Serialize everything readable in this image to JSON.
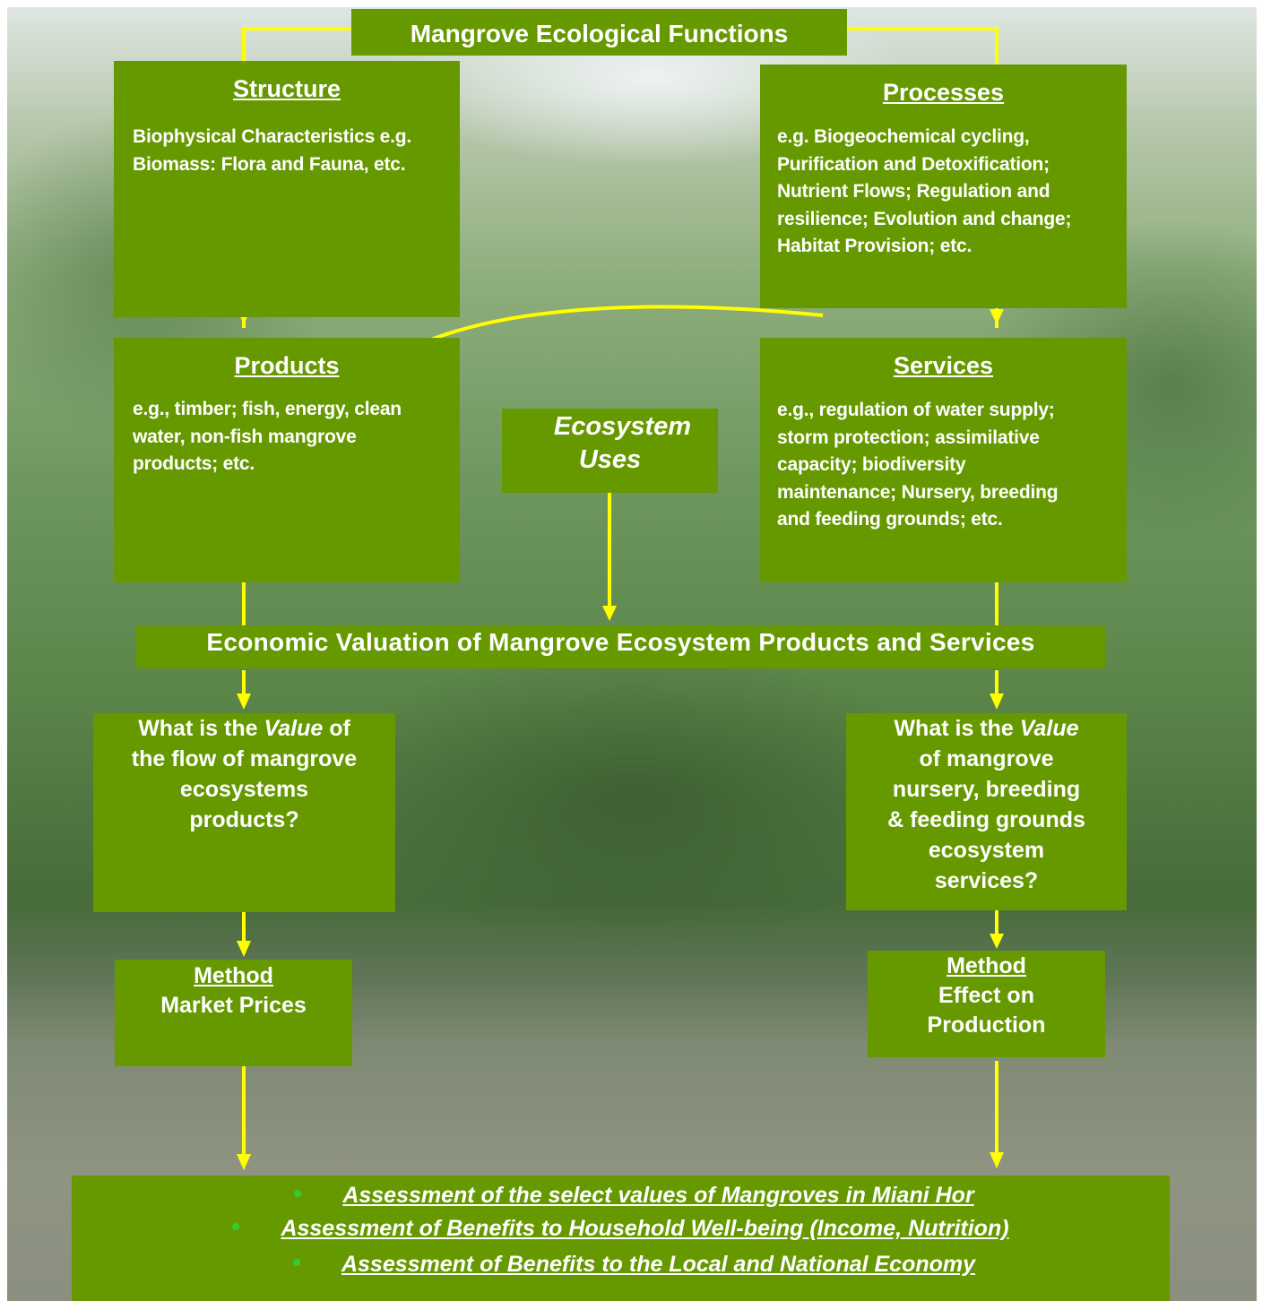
{
  "title": "Mangrove Ecological Functions",
  "structure": {
    "heading": "Structure",
    "lines": [
      "Biophysical Characteristics e.g.",
      "Biomass: Flora and Fauna, etc."
    ]
  },
  "processes": {
    "heading": "Processes",
    "lines": [
      "e.g. Biogeochemical cycling,",
      "Purification and Detoxification;",
      "Nutrient Flows; Regulation and",
      "resilience; Evolution and change;",
      "Habitat Provision; etc."
    ]
  },
  "products": {
    "heading": "Products",
    "lines": [
      "e.g., timber; fish, energy, clean",
      "water, non-fish mangrove",
      "products; etc."
    ]
  },
  "services": {
    "heading": "Services",
    "lines": [
      "e.g., regulation of water supply;",
      "storm protection; assimilative",
      "capacity; biodiversity",
      "maintenance;  Nursery, breeding",
      "and feeding grounds; etc."
    ]
  },
  "ecosystem_uses": {
    "line1": "Ecosystem",
    "line2": "Uses"
  },
  "valuation": "Economic Valuation of Mangrove Ecosystem Products and Services",
  "question_left": {
    "pre": "What is the ",
    "em": "Value",
    "post": " of",
    "lines": [
      "the flow of mangrove",
      "ecosystems",
      "products?"
    ]
  },
  "question_right": {
    "pre": "What is the ",
    "em": "Value",
    "lines": [
      "of mangrove",
      "nursery, breeding",
      "& feeding grounds",
      "ecosystem",
      "services?"
    ]
  },
  "method_left": {
    "heading": "Method",
    "line": "Market Prices"
  },
  "method_right": {
    "heading": "Method",
    "line1": "Effect on",
    "line2": "Production"
  },
  "assessments": [
    "Assessment of the select values of Mangroves in Miani Hor",
    "Assessment of Benefits to Household Well-being (Income, Nutrition)",
    "Assessment of Benefits to the Local and National Economy"
  ],
  "colors": {
    "box": "#669900",
    "arrow": "#ffff00",
    "bullet": "#33cc33"
  }
}
